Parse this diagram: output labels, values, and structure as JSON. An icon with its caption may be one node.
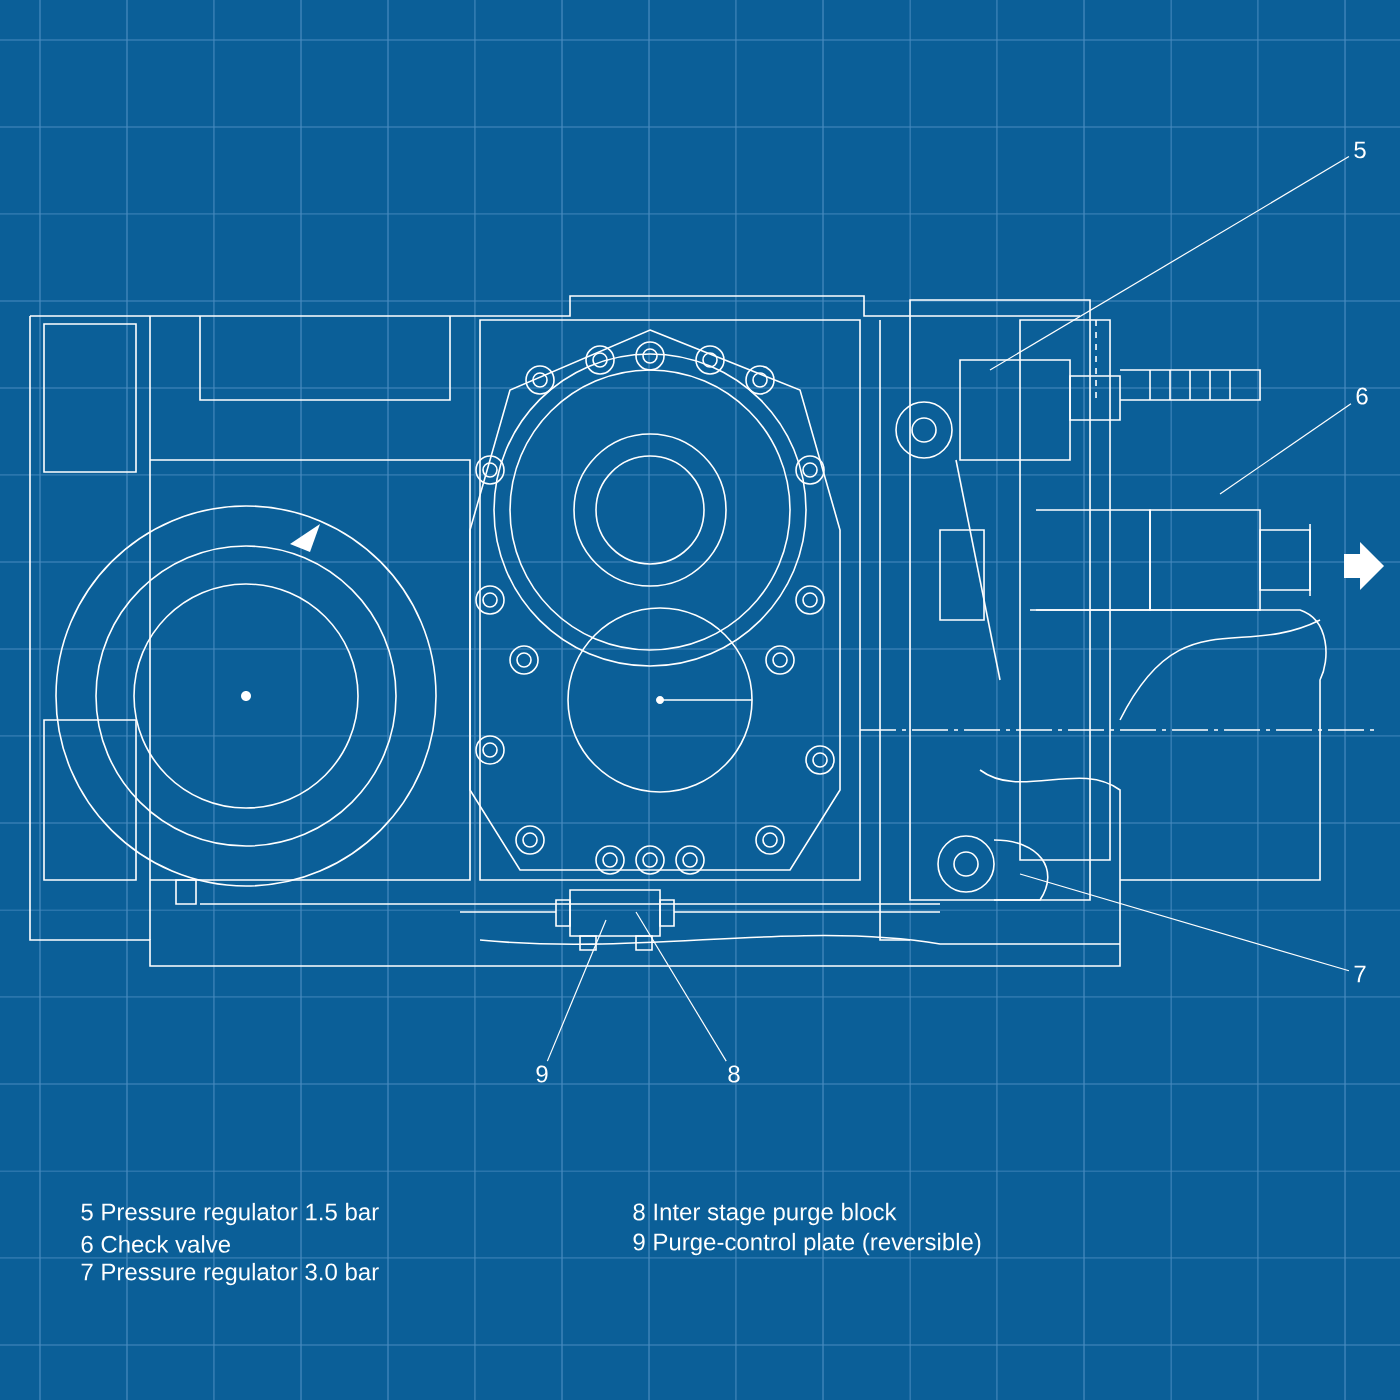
{
  "diagram": {
    "nodes": [
      {
        "text": [
          "5"
        ]
      },
      {
        "text": [
          "6"
        ]
      },
      {
        "text": [
          "7"
        ]
      },
      {
        "text": [
          "8"
        ]
      },
      {
        "text": [
          "9"
        ]
      }
    ],
    "edges": [
      {
        "from": 0,
        "to": null,
        "arrow": "none"
      },
      {
        "from": 1,
        "to": null,
        "arrow": "none"
      },
      {
        "from": 2,
        "to": null,
        "arrow": "none"
      },
      {
        "from": 3,
        "to": null,
        "arrow": "none"
      },
      {
        "from": 4,
        "to": null,
        "arrow": "none"
      }
    ],
    "labels": [
      "5 Pressure regulator 1.5 bar",
      "6 Check valve",
      "7 Pressure regulator 3.0 bar",
      "8 Inter stage purge block",
      "9 Purge-control plate (reversible)"
    ]
  }
}
